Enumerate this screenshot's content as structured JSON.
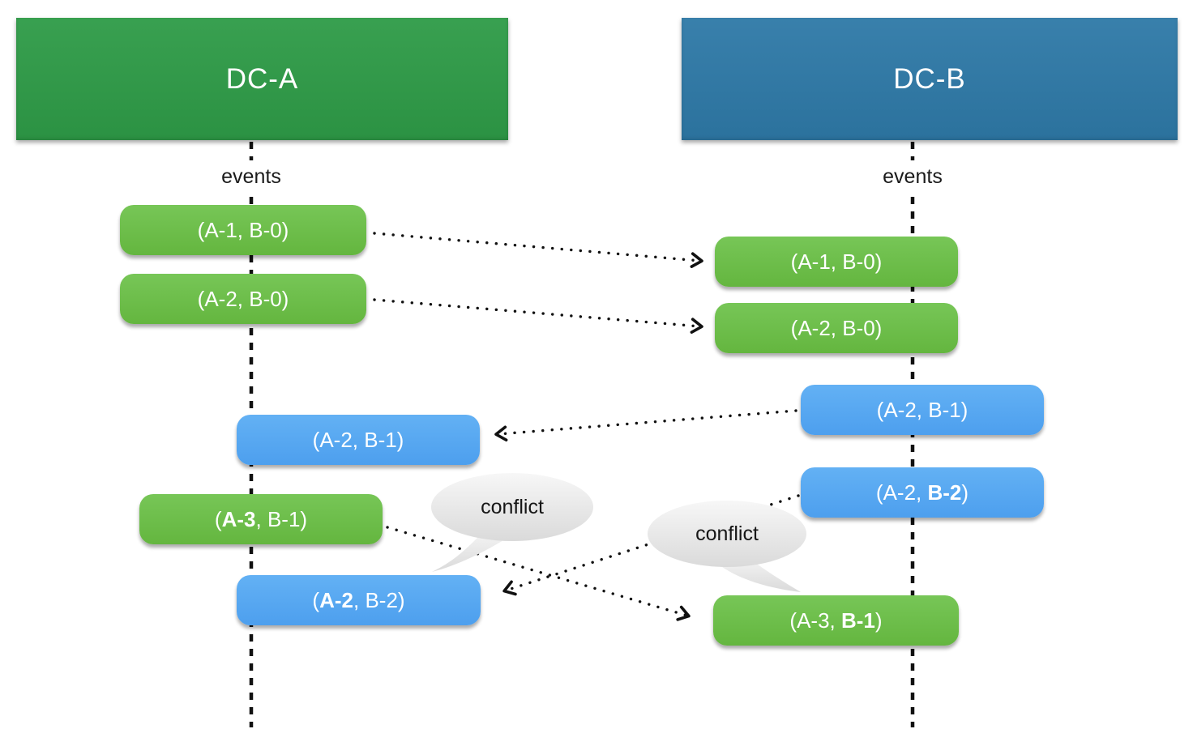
{
  "lanes": {
    "left": {
      "header_label": "DC-A",
      "events_label": "events",
      "pills": [
        {
          "pre": "(A-1, B-0)",
          "bold": "",
          "post": "",
          "variant": "green"
        },
        {
          "pre": "(A-2, B-0)",
          "bold": "",
          "post": "",
          "variant": "green"
        },
        {
          "pre": "(A-2, B-1)",
          "bold": "",
          "post": "",
          "variant": "blue"
        },
        {
          "pre": "(",
          "bold": "A-3",
          "post": ", B-1)",
          "variant": "green"
        },
        {
          "pre": "(",
          "bold": "A-2",
          "post": ", B-2)",
          "variant": "blue"
        }
      ]
    },
    "right": {
      "header_label": "DC-B",
      "events_label": "events",
      "pills": [
        {
          "pre": "(A-1, B-0)",
          "bold": "",
          "post": "",
          "variant": "green"
        },
        {
          "pre": "(A-2, B-0)",
          "bold": "",
          "post": "",
          "variant": "green"
        },
        {
          "pre": "(A-2, B-1)",
          "bold": "",
          "post": "",
          "variant": "blue"
        },
        {
          "pre": "(A-2, ",
          "bold": "B-2",
          "post": ")",
          "variant": "blue"
        },
        {
          "pre": "(A-3, ",
          "bold": "B-1",
          "post": ")",
          "variant": "green"
        }
      ]
    }
  },
  "bubbles": [
    {
      "label": "conflict"
    },
    {
      "label": "conflict"
    }
  ],
  "colors": {
    "header_green": "#2e9b47",
    "header_blue": "#2e79a7",
    "pill_green": "#64b63f",
    "pill_green_light": "#77c657",
    "pill_blue": "#4d9fee",
    "pill_blue_light": "#63b1f4",
    "bubble_light": "#f7f7f7",
    "bubble_dark": "#dadada",
    "line": "#111111"
  }
}
